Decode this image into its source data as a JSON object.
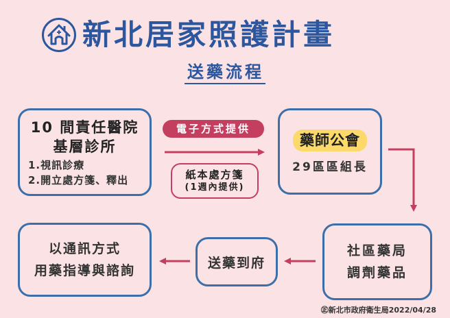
{
  "header": {
    "logo_icon": "home-with-cross-icon",
    "title": "新北居家照護計畫",
    "subtitle": "送藥流程"
  },
  "flow": {
    "hospitals": {
      "title_line1": "10 間責任醫院",
      "title_line2": "基層診所",
      "items": [
        "1.視訊診療",
        "2.開立處方箋、釋出"
      ]
    },
    "electronic_label": "電子方式提供",
    "paper_label_line1": "紙本處方箋",
    "paper_label_line2": "(1週內提供)",
    "pharmacist_union": {
      "title": "藥師公會",
      "subtitle": "29區區組長"
    },
    "community_pharmacy": {
      "line1": "社區藥局",
      "line2": "調劑藥品"
    },
    "delivery": {
      "label": "送藥到府"
    },
    "consultation": {
      "line1": "以通訊方式",
      "line2": "用藥指導與諮詢"
    }
  },
  "footer": {
    "credit": "㊣新北市政府衛生局2022/04/28"
  },
  "colors": {
    "background": "#fbe3e5",
    "primary_blue": "#2c579e",
    "box_border": "#3c6faa",
    "arrow_red": "#c43f5f",
    "highlight_yellow": "#fbd96b"
  }
}
